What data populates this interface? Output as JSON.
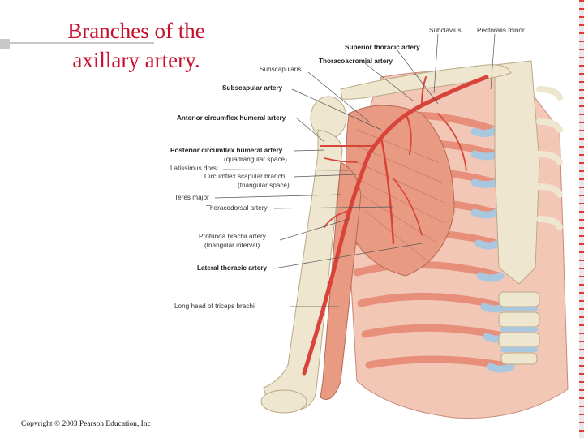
{
  "title": {
    "line1": "Branches of the",
    "line2": "axillary artery."
  },
  "copyright": "Copyright © 2003 Pearson Education, Inc",
  "labels": {
    "subclavius": "Subclavius",
    "pectoralis_minor": "Pectoralis minor",
    "superior_thoracic": "Superior thoracic artery",
    "thoracoacromial": "Thoracoacromial artery",
    "subscapularis": "Subscapularis",
    "subscapular": "Subscapular artery",
    "anterior_circumflex": "Anterior circumflex humeral artery",
    "posterior_circumflex": "Posterior circumflex humeral artery",
    "quadrangular": "(quadrangular space)",
    "latissimus": "Latissimus dorsi",
    "circumflex_scapular": "Circumflex scapular branch",
    "triangular_space": "(triangular space)",
    "teres_major": "Teres major",
    "thoracodorsal": "Thoracodorsal artery",
    "profunda": "Profunda brachii artery",
    "triangular_interval": "(triangular interval)",
    "lateral_thoracic": "Lateral thoracic artery",
    "long_head": "Long head of triceps brachii"
  },
  "colors": {
    "title": "#c8102e",
    "bone": "#efe6cf",
    "muscle": "#e89a82",
    "artery": "#d9443a",
    "cartilage": "#a9c8e0"
  }
}
